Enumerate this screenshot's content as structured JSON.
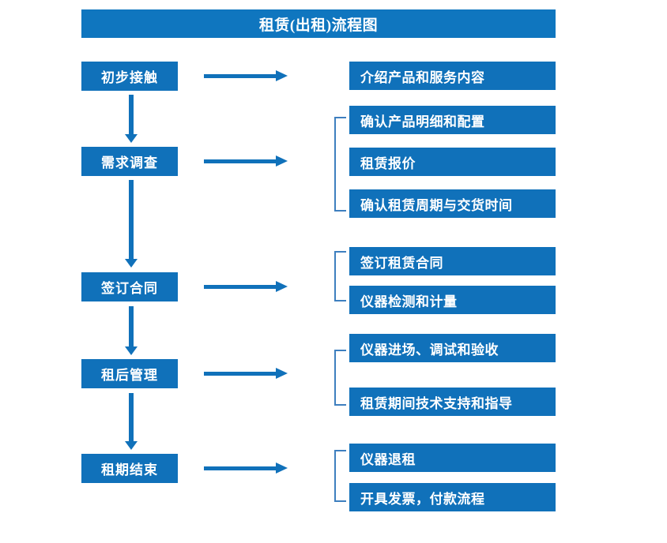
{
  "diagram": {
    "type": "flowchart",
    "title": "租赁(出租)流程图",
    "colors": {
      "box_fill": "#1071BA",
      "title_fill": "#0F76BF",
      "arrow": "#1071BA",
      "bracket": "#3E7FBF",
      "text": "#FFFFFF",
      "background": "#FFFFFF"
    },
    "stages": [
      {
        "id": "stage-1",
        "label": "初步接触"
      },
      {
        "id": "stage-2",
        "label": "需求调查"
      },
      {
        "id": "stage-3",
        "label": "签订合同"
      },
      {
        "id": "stage-4",
        "label": "租后管理"
      },
      {
        "id": "stage-5",
        "label": "租期结束"
      }
    ],
    "groups": [
      {
        "id": "group-1",
        "stage": "初步接触",
        "bracketed": false,
        "tasks": [
          {
            "id": "task-1-1",
            "label": "介绍产品和服务内容"
          }
        ]
      },
      {
        "id": "group-2",
        "stage": "需求调查",
        "bracketed": true,
        "tasks": [
          {
            "id": "task-2-1",
            "label": "确认产品明细和配置"
          },
          {
            "id": "task-2-2",
            "label": "租赁报价"
          },
          {
            "id": "task-2-3",
            "label": "确认租赁周期与交货时间"
          }
        ]
      },
      {
        "id": "group-3",
        "stage": "签订合同",
        "bracketed": true,
        "tasks": [
          {
            "id": "task-3-1",
            "label": "签订租赁合同"
          },
          {
            "id": "task-3-2",
            "label": "仪器检测和计量"
          }
        ]
      },
      {
        "id": "group-4",
        "stage": "租后管理",
        "bracketed": true,
        "tasks": [
          {
            "id": "task-4-1",
            "label": "仪器进场、调试和验收"
          },
          {
            "id": "task-4-2",
            "label": "租赁期间技术支持和指导"
          }
        ]
      },
      {
        "id": "group-5",
        "stage": "租期结束",
        "bracketed": true,
        "tasks": [
          {
            "id": "task-5-1",
            "label": "仪器退租"
          },
          {
            "id": "task-5-2",
            "label": "开具发票，付款流程"
          }
        ]
      }
    ],
    "connectors": {
      "stage_to_group_arrow": "horizontal-arrow-right",
      "stage_to_stage_arrow": "vertical-arrow-down",
      "group_bracket": "left-bracket"
    }
  }
}
